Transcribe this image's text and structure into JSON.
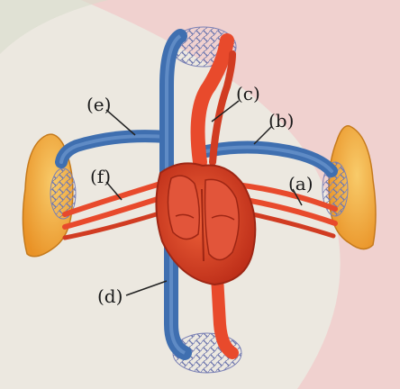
{
  "labels": {
    "a": "(a)",
    "b": "(b)",
    "c": "(c)",
    "d": "(d)",
    "e": "(e)",
    "f": "(f)"
  },
  "colors": {
    "artery": "#e84a2c",
    "artery_dark": "#b8281a",
    "vein": "#3f6fb0",
    "vein_light": "#6d97cf",
    "heart": "#d83a1f",
    "heart_dark": "#9e2614",
    "lung": "#f0a23a",
    "lung_light": "#f6c25e",
    "capillary": "#7f86b8",
    "page": "#ece8e0",
    "band": "#f1c9c9"
  }
}
